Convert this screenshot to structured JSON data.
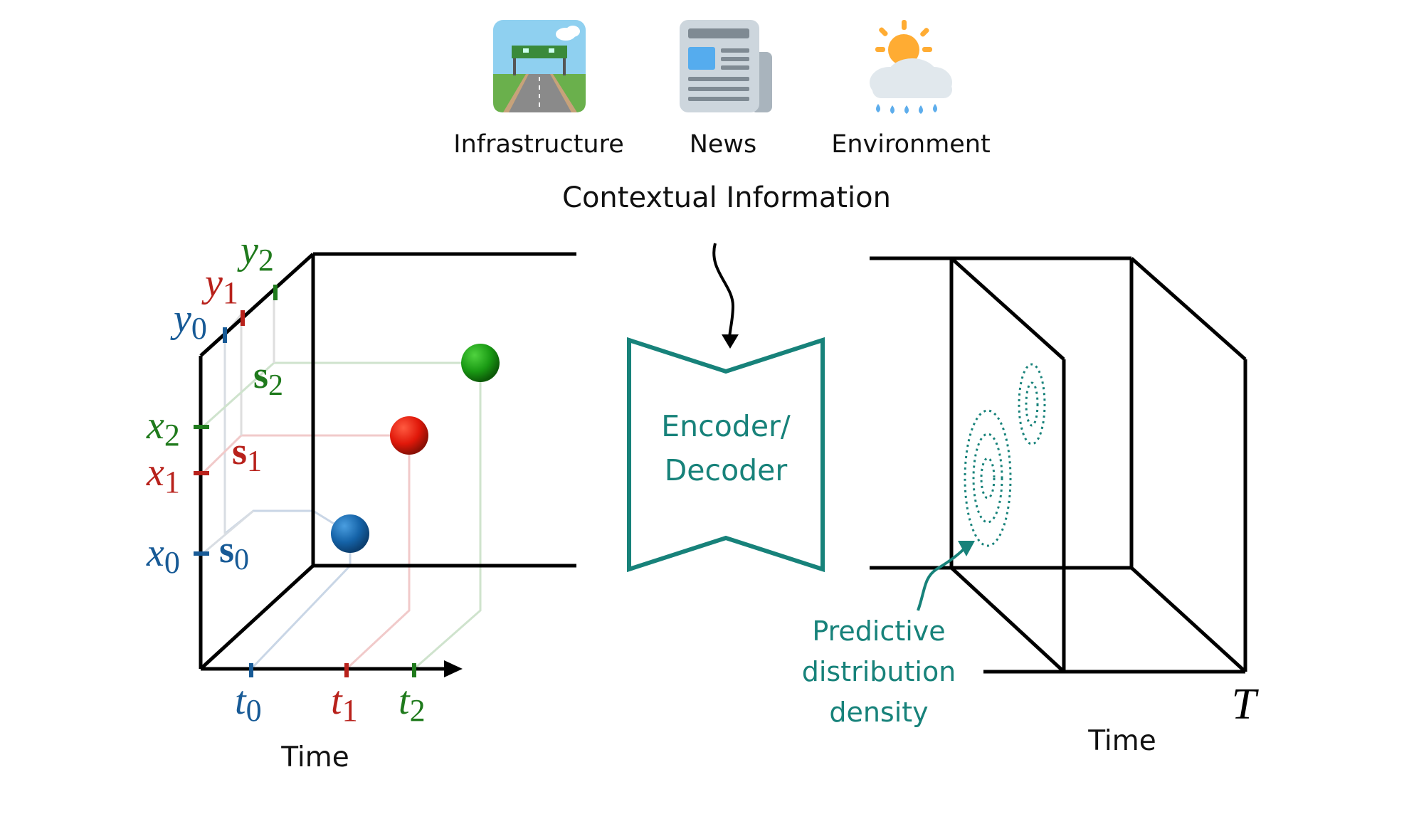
{
  "context": {
    "title": "Contextual Information",
    "sources": [
      {
        "label": "Infrastructure",
        "icon": "highway-icon"
      },
      {
        "label": "News",
        "icon": "newspaper-icon"
      },
      {
        "label": "Environment",
        "icon": "weather-icon"
      }
    ]
  },
  "encoder": {
    "line1": "Encoder/",
    "line2": "Decoder"
  },
  "left_plot": {
    "xlabel": "Time",
    "t_ticks": [
      {
        "base": "t",
        "sub": "0"
      },
      {
        "base": "t",
        "sub": "1"
      },
      {
        "base": "t",
        "sub": "2"
      }
    ],
    "x_ticks": [
      {
        "base": "x",
        "sub": "0"
      },
      {
        "base": "x",
        "sub": "1"
      },
      {
        "base": "x",
        "sub": "2"
      }
    ],
    "y_ticks": [
      {
        "base": "y",
        "sub": "0"
      },
      {
        "base": "y",
        "sub": "1"
      },
      {
        "base": "y",
        "sub": "2"
      }
    ],
    "states": [
      {
        "base": "s",
        "sub": "0"
      },
      {
        "base": "s",
        "sub": "1"
      },
      {
        "base": "s",
        "sub": "2"
      }
    ]
  },
  "right_plot": {
    "xlabel": "Time",
    "end_label": "T",
    "annotation": [
      "Predictive",
      "distribution",
      "density"
    ]
  },
  "colors": {
    "blue": "#175a96",
    "red": "#b8211b",
    "green": "#1f7a1c",
    "teal": "#17827a",
    "black": "#000000"
  }
}
